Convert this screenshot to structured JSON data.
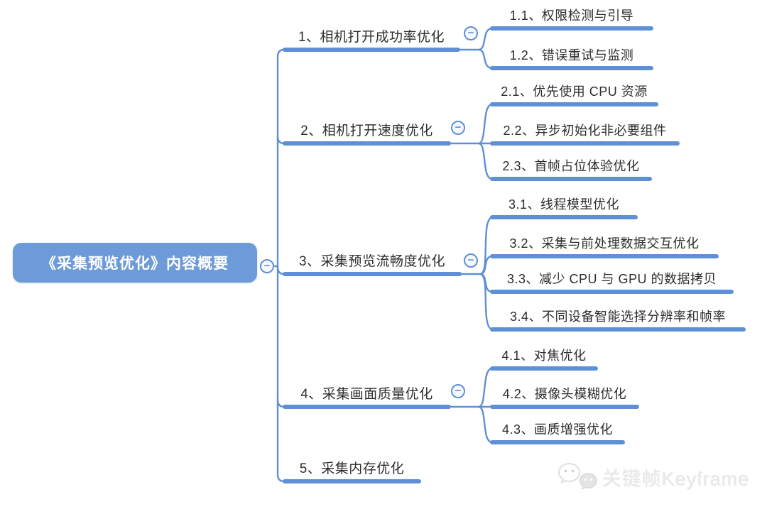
{
  "root": {
    "label": "《采集预览优化》内容概要"
  },
  "branches": [
    {
      "label": "1、相机打开成功率优化",
      "children": [
        {
          "label": "1.1、权限检测与引导"
        },
        {
          "label": "1.2、错误重试与监测"
        }
      ]
    },
    {
      "label": "2、相机打开速度优化",
      "children": [
        {
          "label": "2.1、优先使用 CPU 资源"
        },
        {
          "label": "2.2、异步初始化非必要组件"
        },
        {
          "label": "2.3、首帧占位体验优化"
        }
      ]
    },
    {
      "label": "3、采集预览流畅度优化",
      "children": [
        {
          "label": "3.1、线程模型优化"
        },
        {
          "label": "3.2、采集与前处理数据交互优化"
        },
        {
          "label": "3.3、减少 CPU 与 GPU 的数据拷贝"
        },
        {
          "label": "3.4、不同设备智能选择分辨率和帧率"
        }
      ]
    },
    {
      "label": "4、采集画面质量优化",
      "children": [
        {
          "label": "4.1、对焦优化"
        },
        {
          "label": "4.2、摄像头模糊优化"
        },
        {
          "label": "4.3、画质增强优化"
        }
      ]
    },
    {
      "label": "5、采集内存优化",
      "children": []
    }
  ],
  "collapse_glyph": "−",
  "watermark": {
    "text": "关键帧Keyframe"
  },
  "colors": {
    "branch_blue": "#5f90d6",
    "root_fill": "#6d9ad8",
    "text": "#2d2d2d",
    "watermark_gray": "#e7e7e7"
  }
}
